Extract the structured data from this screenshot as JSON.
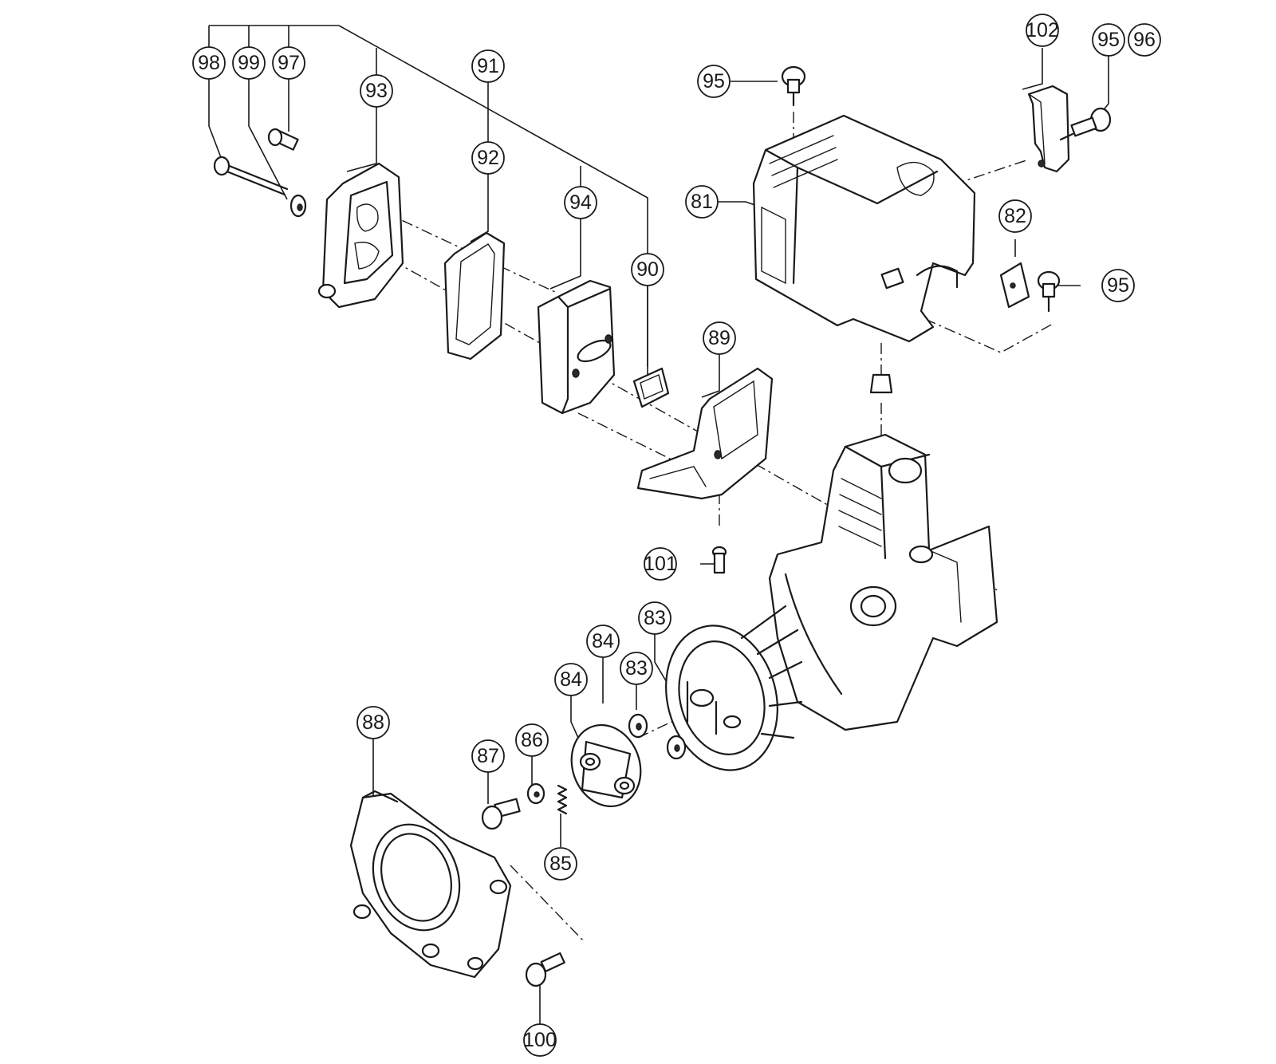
{
  "callouts": {
    "c81": "81",
    "c82": "82",
    "c83a": "83",
    "c83b": "83",
    "c84a": "84",
    "c84b": "84",
    "c85": "85",
    "c86": "86",
    "c87": "87",
    "c88": "88",
    "c89": "89",
    "c90": "90",
    "c91": "91",
    "c92": "92",
    "c93": "93",
    "c94": "94",
    "c95a": "95",
    "c95b": "95",
    "c95c": "95",
    "c96": "96",
    "c97": "97",
    "c98": "98",
    "c99": "99",
    "c100": "100",
    "c101": "101",
    "c102": "102"
  }
}
